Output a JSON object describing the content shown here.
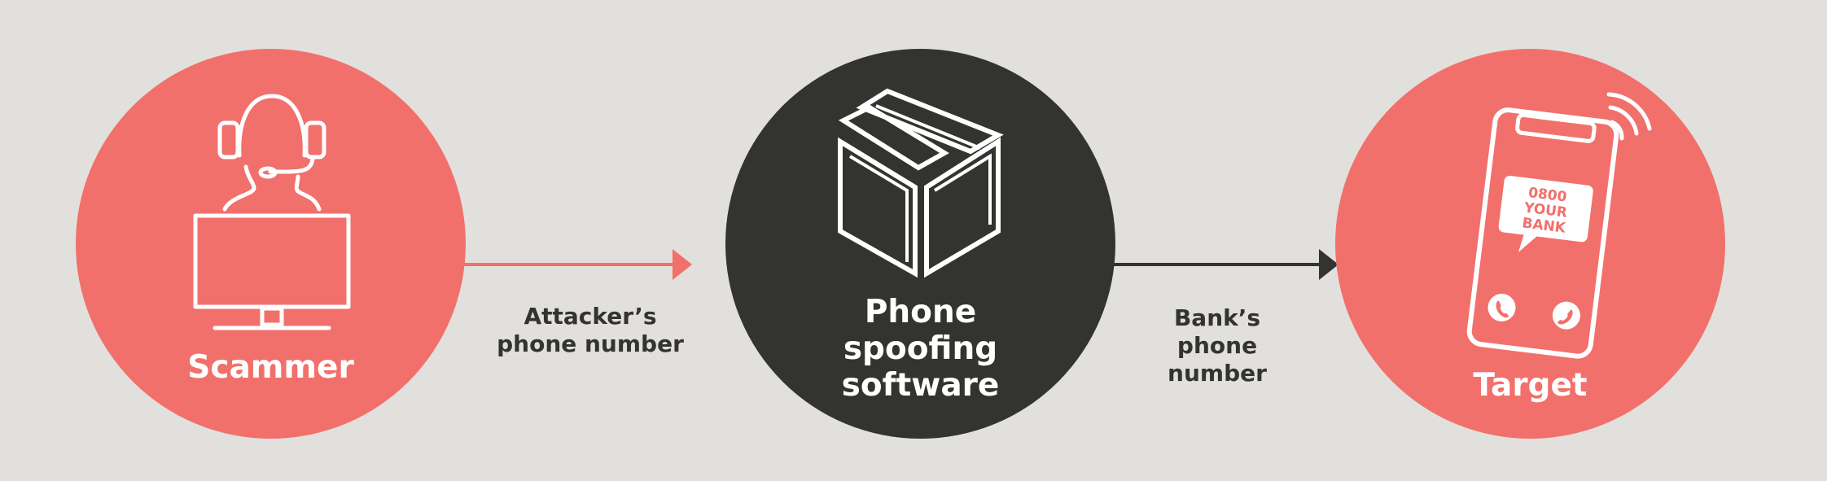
{
  "nodes": {
    "scammer": {
      "label": "Scammer",
      "icon": "headset-operator-icon",
      "color": "#f2706b"
    },
    "software": {
      "label_lines": [
        "Phone",
        "spoofing",
        "software"
      ],
      "icon": "box-icon",
      "color": "#33332f"
    },
    "target": {
      "label": "Target",
      "icon": "phone-incoming-call-icon",
      "color": "#f2706b",
      "screen_text": [
        "0800",
        "YOUR",
        "BANK"
      ]
    }
  },
  "edges": {
    "attacker": {
      "label_lines": [
        "Attacker’s",
        "phone number"
      ],
      "color": "#f2706b"
    },
    "bank": {
      "label_lines": [
        "Bank’s",
        "phone",
        "number"
      ],
      "color": "#33332f"
    }
  },
  "colors": {
    "background": "#e2e0dc",
    "accent": "#f2706b",
    "dark": "#33332f",
    "text": "#33332f"
  }
}
